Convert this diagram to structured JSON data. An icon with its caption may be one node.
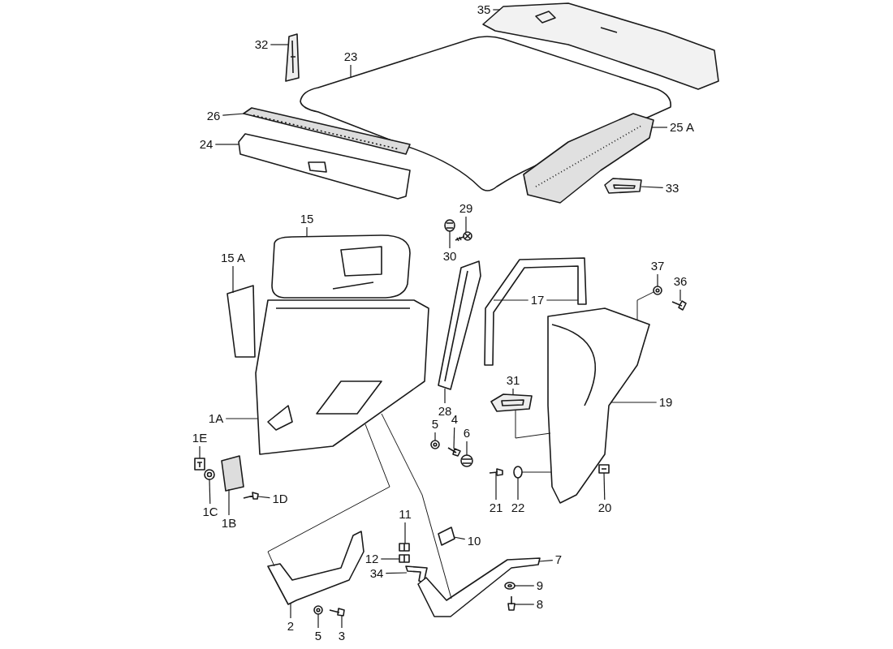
{
  "diagram": {
    "nodes": [
      {
        "text": [
          "35"
        ]
      },
      {
        "text": [
          "32"
        ]
      },
      {
        "text": [
          "23"
        ]
      },
      {
        "text": [
          "26"
        ]
      },
      {
        "text": [
          "24"
        ]
      },
      {
        "text": [
          "25 A"
        ]
      },
      {
        "text": [
          "33"
        ]
      },
      {
        "text": [
          "29"
        ]
      },
      {
        "text": [
          "30"
        ]
      },
      {
        "text": [
          "15 A"
        ]
      },
      {
        "text": [
          "15"
        ]
      },
      {
        "text": [
          "37"
        ]
      },
      {
        "text": [
          "36"
        ]
      },
      {
        "text": [
          "17"
        ]
      },
      {
        "text": [
          "28"
        ]
      },
      {
        "text": [
          "31"
        ]
      },
      {
        "text": [
          "19"
        ]
      },
      {
        "text": [
          "1A"
        ]
      },
      {
        "text": [
          "1E"
        ]
      },
      {
        "text": [
          "5"
        ]
      },
      {
        "text": [
          "4"
        ]
      },
      {
        "text": [
          "6"
        ]
      },
      {
        "text": [
          "1C"
        ]
      },
      {
        "text": [
          "1B"
        ]
      },
      {
        "text": [
          "1D"
        ]
      },
      {
        "text": [
          "21"
        ]
      },
      {
        "text": [
          "22"
        ]
      },
      {
        "text": [
          "20"
        ]
      },
      {
        "text": [
          "11"
        ]
      },
      {
        "text": [
          "10"
        ]
      },
      {
        "text": [
          "12"
        ]
      },
      {
        "text": [
          "34"
        ]
      },
      {
        "text": [
          "7"
        ]
      },
      {
        "text": [
          "2"
        ]
      },
      {
        "text": [
          "5"
        ]
      },
      {
        "text": [
          "3"
        ]
      },
      {
        "text": [
          "9"
        ]
      },
      {
        "text": [
          "8"
        ]
      },
      {
        "text": [],
        "shape": "picture"
      },
      {
        "text": [],
        "shape": "picture"
      },
      {
        "text": [],
        "shape": "picture"
      },
      {
        "text": [],
        "shape": "picture"
      },
      {
        "text": [],
        "shape": "picture"
      },
      {
        "text": [],
        "shape": "picture"
      },
      {
        "text": [],
        "shape": "picture"
      },
      {
        "text": [],
        "shape": "picture"
      },
      {
        "text": [],
        "shape": "picture"
      },
      {
        "text": [],
        "shape": "picture"
      },
      {
        "text": [],
        "shape": "picture"
      },
      {
        "text": [],
        "shape": "picture"
      },
      {
        "text": [],
        "shape": "picture"
      },
      {
        "text": [],
        "shape": "picture"
      },
      {
        "text": [],
        "shape": "picture"
      },
      {
        "text": [],
        "shape": "picture"
      },
      {
        "text": [],
        "shape": "picture"
      },
      {
        "text": [],
        "shape": "picture"
      },
      {
        "text": [],
        "shape": "picture"
      },
      {
        "text": [],
        "shape": "picture"
      },
      {
        "text": [],
        "shape": "picture"
      },
      {
        "text": [],
        "shape": "picture"
      },
      {
        "text": [],
        "shape": "picture"
      },
      {
        "text": [],
        "shape": "picture"
      },
      {
        "text": [],
        "shape": "picture"
      },
      {
        "text": [],
        "shape": "picture"
      },
      {
        "text": [],
        "shape": "picture"
      },
      {
        "text": [],
        "shape": "picture"
      },
      {
        "text": [],
        "shape": "picture"
      },
      {
        "text": [],
        "shape": "picture"
      },
      {
        "text": [],
        "shape": "picture"
      },
      {
        "text": [],
        "shape": "picture"
      },
      {
        "text": [],
        "shape": "picture"
      },
      {
        "text": [],
        "shape": "picture"
      },
      {
        "text": [],
        "shape": "picture"
      },
      {
        "text": [],
        "shape": "picture"
      },
      {
        "text": [],
        "shape": "picture"
      },
      {
        "text": [],
        "shape": "picture"
      }
    ],
    "edges": [
      {
        "from": 0,
        "to": 38,
        "arrow": "none"
      },
      {
        "from": 1,
        "to": 39,
        "arrow": "none"
      },
      {
        "from": 2,
        "to": 40,
        "arrow": "none"
      },
      {
        "from": 3,
        "to": 41,
        "arrow": "none"
      },
      {
        "from": 4,
        "to": 42,
        "arrow": "none"
      },
      {
        "from": 5,
        "to": 43,
        "arrow": "none"
      },
      {
        "from": 6,
        "to": 44,
        "arrow": "none"
      },
      {
        "from": 7,
        "to": 45,
        "arrow": "none"
      },
      {
        "from": 8,
        "to": 46,
        "arrow": "none"
      },
      {
        "from": 9,
        "to": 47,
        "arrow": "none"
      },
      {
        "from": 10,
        "to": 48,
        "arrow": "none"
      },
      {
        "from": 11,
        "to": 49,
        "arrow": "none"
      },
      {
        "from": 12,
        "to": 50,
        "arrow": "none"
      },
      {
        "from": 13,
        "to": 51,
        "arrow": "none"
      },
      {
        "from": 13,
        "to": 51,
        "arrow": "none"
      },
      {
        "from": 14,
        "to": 52,
        "arrow": "none"
      },
      {
        "from": 15,
        "to": 53,
        "arrow": "none"
      },
      {
        "from": 16,
        "to": 54,
        "arrow": "none"
      },
      {
        "from": 17,
        "to": 55,
        "arrow": "none"
      },
      {
        "from": 18,
        "to": 56,
        "arrow": "none"
      },
      {
        "from": 19,
        "to": 57,
        "arrow": "none"
      },
      {
        "from": 20,
        "to": 58,
        "arrow": "none"
      },
      {
        "from": 21,
        "to": 59,
        "arrow": "none"
      },
      {
        "from": 22,
        "to": 60,
        "arrow": "none"
      },
      {
        "from": 23,
        "to": 61,
        "arrow": "none"
      },
      {
        "from": 24,
        "to": 62,
        "arrow": "none"
      },
      {
        "from": 25,
        "to": 63,
        "arrow": "none"
      },
      {
        "from": 26,
        "to": 64,
        "arrow": "none"
      },
      {
        "from": 27,
        "to": 65,
        "arrow": "none"
      },
      {
        "from": 28,
        "to": 66,
        "arrow": "none"
      },
      {
        "from": 29,
        "to": 67,
        "arrow": "none"
      },
      {
        "from": 30,
        "to": 68,
        "arrow": "none"
      },
      {
        "from": 31,
        "to": 69,
        "arrow": "none"
      },
      {
        "from": 32,
        "to": 70,
        "arrow": "none"
      },
      {
        "from": 33,
        "to": 71,
        "arrow": "none"
      },
      {
        "from": 34,
        "to": 72,
        "arrow": "none"
      },
      {
        "from": 35,
        "to": 73,
        "arrow": "none"
      },
      {
        "from": 36,
        "to": 74,
        "arrow": "none"
      },
      {
        "from": 37,
        "to": 75,
        "arrow": "none"
      },
      {
        "from": 55,
        "to": 71,
        "arrow": "none"
      },
      {
        "from": 55,
        "to": 70,
        "arrow": "none"
      },
      {
        "from": 53,
        "to": 54,
        "arrow": "none"
      },
      {
        "from": 49,
        "to": 54,
        "arrow": "none"
      },
      {
        "from": 64,
        "to": 54,
        "arrow": "none"
      }
    ]
  }
}
